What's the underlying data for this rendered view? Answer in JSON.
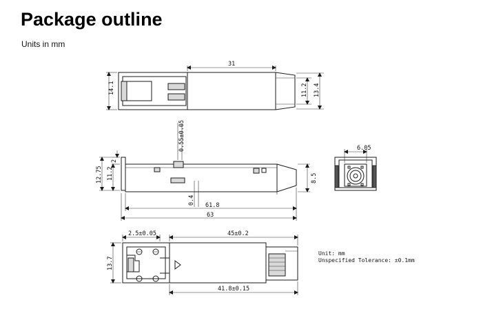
{
  "header": {
    "title": "Package outline",
    "subtitle": "Units in mm"
  },
  "top_view": {
    "dim_length": "31",
    "dim_height": "14.1",
    "dim_body_inner": "11.2",
    "dim_body_outer": "13.4"
  },
  "side_view": {
    "dim_small": "2",
    "dim_total_height": "12.75",
    "dim_lower": "11.2",
    "dim_right_height": "8.5",
    "dim_gap": "0.55±0.05",
    "dim_bottom_gap": "0.4",
    "dim_length_short": "61.8",
    "dim_length_total": "63"
  },
  "end_view": {
    "dim_width": "6.05"
  },
  "bottom_view": {
    "dim_offset": "2.5±0.05",
    "dim_mid": "45±0.2",
    "dim_height": "13.7",
    "dim_bottom": "41.8±0.15"
  },
  "notes": {
    "units": "Unit: mm",
    "tolerance": "Unspecified Tolerance: ±0.1mm"
  }
}
